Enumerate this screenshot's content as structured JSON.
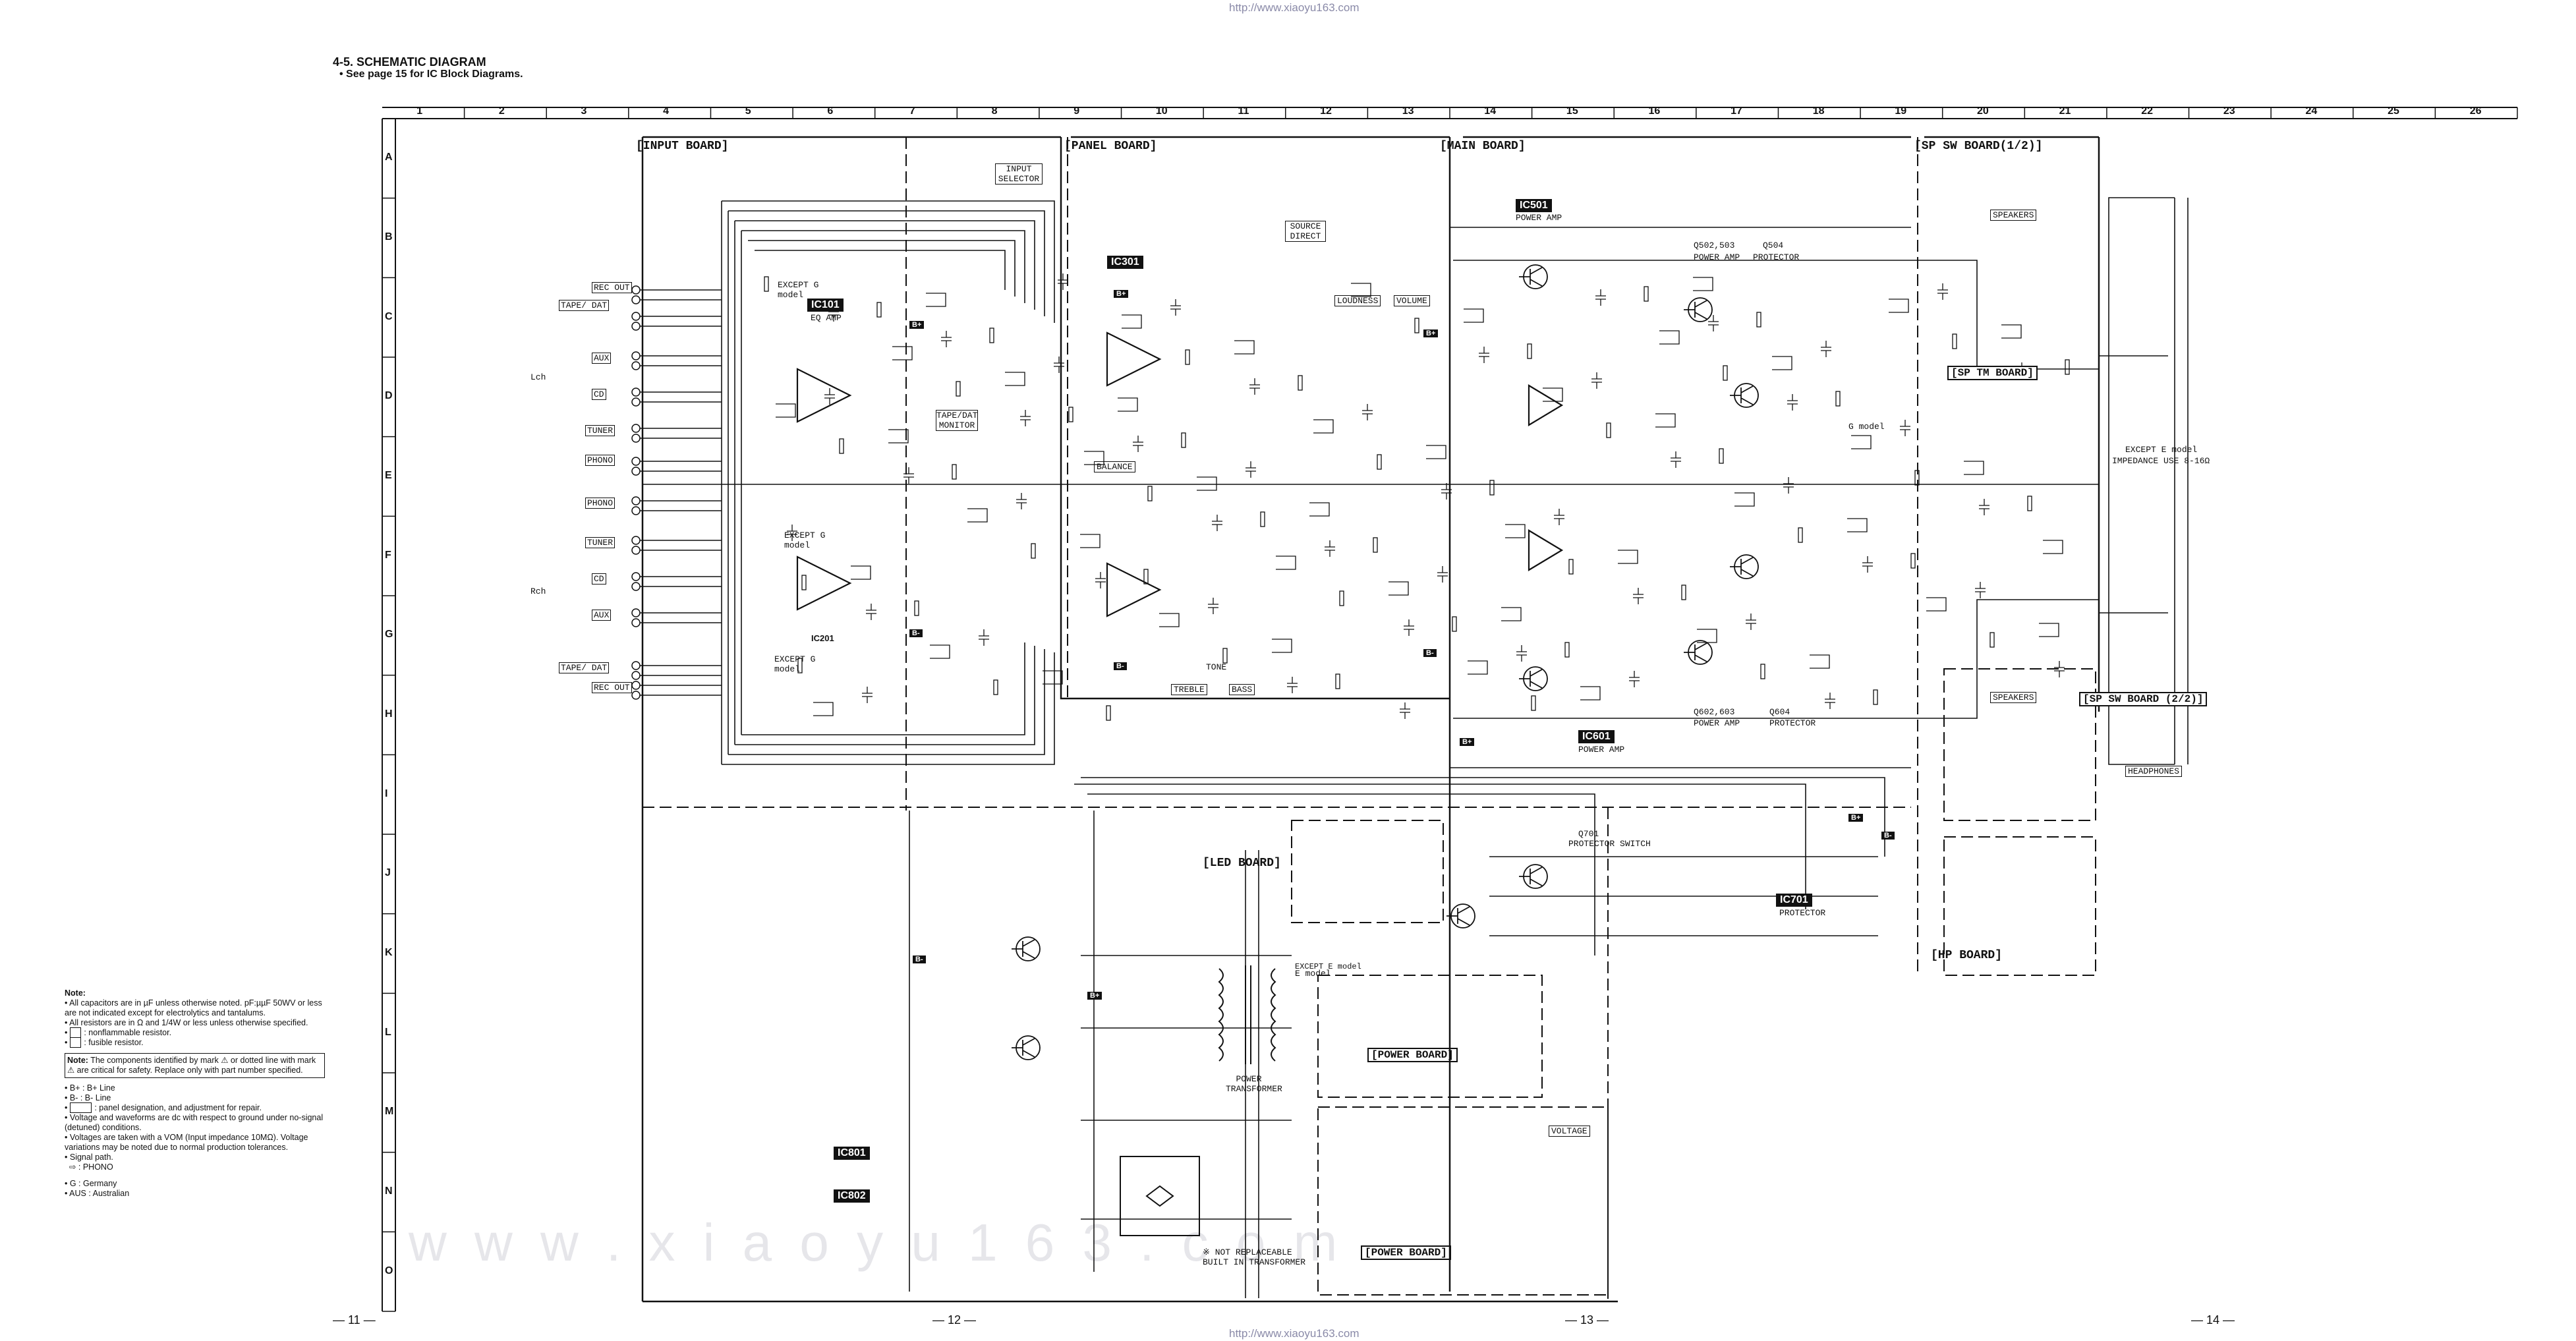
{
  "header": {
    "url_top": "http://www.xiaoyu163.com",
    "url_bottom": "http://www.xiaoyu163.com",
    "section": "4-5.  SCHEMATIC DIAGRAM",
    "subtitle": "• See page 15 for IC Block Diagrams."
  },
  "grid": {
    "columns": [
      "1",
      "2",
      "3",
      "4",
      "5",
      "6",
      "7",
      "8",
      "9",
      "10",
      "11",
      "12",
      "13",
      "14",
      "15",
      "16",
      "17",
      "18",
      "19",
      "20",
      "21",
      "22",
      "23",
      "24",
      "25",
      "26"
    ],
    "rows": [
      "A",
      "B",
      "C",
      "D",
      "E",
      "F",
      "G",
      "H",
      "I",
      "J",
      "K",
      "L",
      "M",
      "N",
      "O"
    ]
  },
  "boards": {
    "input": "[INPUT BOARD]",
    "panel": "[PANEL BOARD]",
    "main": "[MAIN BOARD]",
    "sp_sw_1": "[SP SW BOARD(1/2)]",
    "sp_tm": "[SP TM BOARD]",
    "sp_sw_2": "[SP SW BOARD (2/2)]",
    "led": "[LED BOARD]",
    "hp": "[HP BOARD]",
    "power_1": "[POWER BOARD]",
    "power_2": "[POWER BOARD]"
  },
  "ics": {
    "ic101": "IC101",
    "ic201": "IC201",
    "ic301": "IC301",
    "ic501": "IC501",
    "ic601": "IC601",
    "ic701": "IC701",
    "ic801": "IC801",
    "ic802": "IC802"
  },
  "labels": {
    "ic101_desc": "EQ AMP",
    "ic501_desc": "POWER AMP",
    "ic601_desc": "POWER AMP",
    "ic701_desc": "PROTECTOR",
    "except_g1": "EXCEPT G model",
    "except_g2": "EXCEPT G model",
    "except_g3": "EXCEPT G model",
    "g_model": "G model",
    "input_selector": "INPUT SELECTOR",
    "source_direct": "SOURCE DIRECT",
    "loudness": "LOUDNESS",
    "volume": "VOLUME",
    "balance": "BALANCE",
    "tape_monitor": "TAPE/DAT MONITOR",
    "treble": "TREBLE",
    "bass": "BASS",
    "tone": "TONE",
    "speakers": "SPEAKERS",
    "headphones": "HEADPHONES",
    "power_amp": "POWER AMP",
    "protector": "PROTECTOR",
    "power_transformer": "POWER TRANSFORMER",
    "voltage": "VOLTAGE",
    "q502_503": "Q502,503",
    "q504": "Q504",
    "q602_603": "Q602,603",
    "q604": "Q604",
    "q701": "Q701",
    "protector_switch": "PROTECTOR SWITCH",
    "except_e": "EXCEPT E model",
    "impedance": "IMPEDANCE USE 8-16Ω",
    "e_model": "E model",
    "except_e_model": "EXCEPT E model",
    "not_replaceable": "※ NOT REPLACEABLE BUILT IN TRANSFORMER",
    "l_label": "Lch",
    "r_label": "Rch",
    "tape_dat_in": "TAPE/ DAT",
    "rec_out": "REC OUT",
    "aux": "AUX",
    "cd": "CD",
    "tuner": "TUNER",
    "phono": "PHONO",
    "bplus": "B+",
    "bminus": "B-"
  },
  "notes": {
    "title": "Note:",
    "items": [
      "All capacitors are in µF unless otherwise noted. pF:µµF 50WV or less are not indicated except for electrolytics and tantalums.",
      "All resistors are in Ω and 1/4W or less unless otherwise specified.",
      ": nonflammable resistor.",
      ": fusible resistor."
    ],
    "box_title": "Note:",
    "box_text": "The components identified by mark ⚠ or dotted line with mark ⚠ are critical for safety. Replace only with part number specified.",
    "lines": [
      "B+ : B+ Line",
      "B- : B- Line",
      ": panel designation, and adjustment for repair.",
      "Voltage and waveforms are dc with respect to ground under no-signal (detuned) conditions.",
      "Voltages are taken with a VOM (Input impedance 10MΩ). Voltage variations may be noted due to normal production tolerances.",
      "Signal path.",
      "⇨ : PHONO"
    ],
    "regions": [
      "G : Germany",
      "AUS : Australian"
    ]
  },
  "page_numbers": [
    "— 11 —",
    "— 12 —",
    "— 13 —",
    "— 14 —"
  ],
  "watermark": "w w w . x i a o y u 1 6 3 . c o m"
}
